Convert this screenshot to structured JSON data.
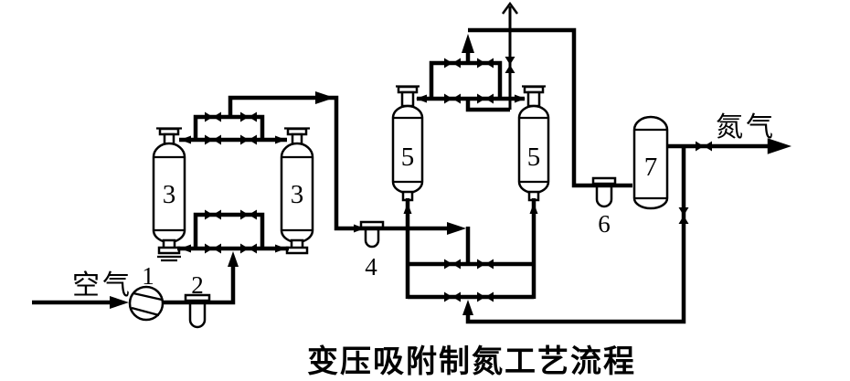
{
  "diagram": {
    "title": "变压吸附制氮工艺流程",
    "streams": {
      "inlet": "空气",
      "outlet": "氮气"
    },
    "equipment": {
      "blower": "1",
      "filter2": "2",
      "tower3_left": "3",
      "tower3_right": "3",
      "filter4": "4",
      "tower5_left": "5",
      "tower5_right": "5",
      "filter6": "6",
      "tank7": "7"
    },
    "colors": {
      "ink": "#000000",
      "background": "#ffffff"
    }
  }
}
